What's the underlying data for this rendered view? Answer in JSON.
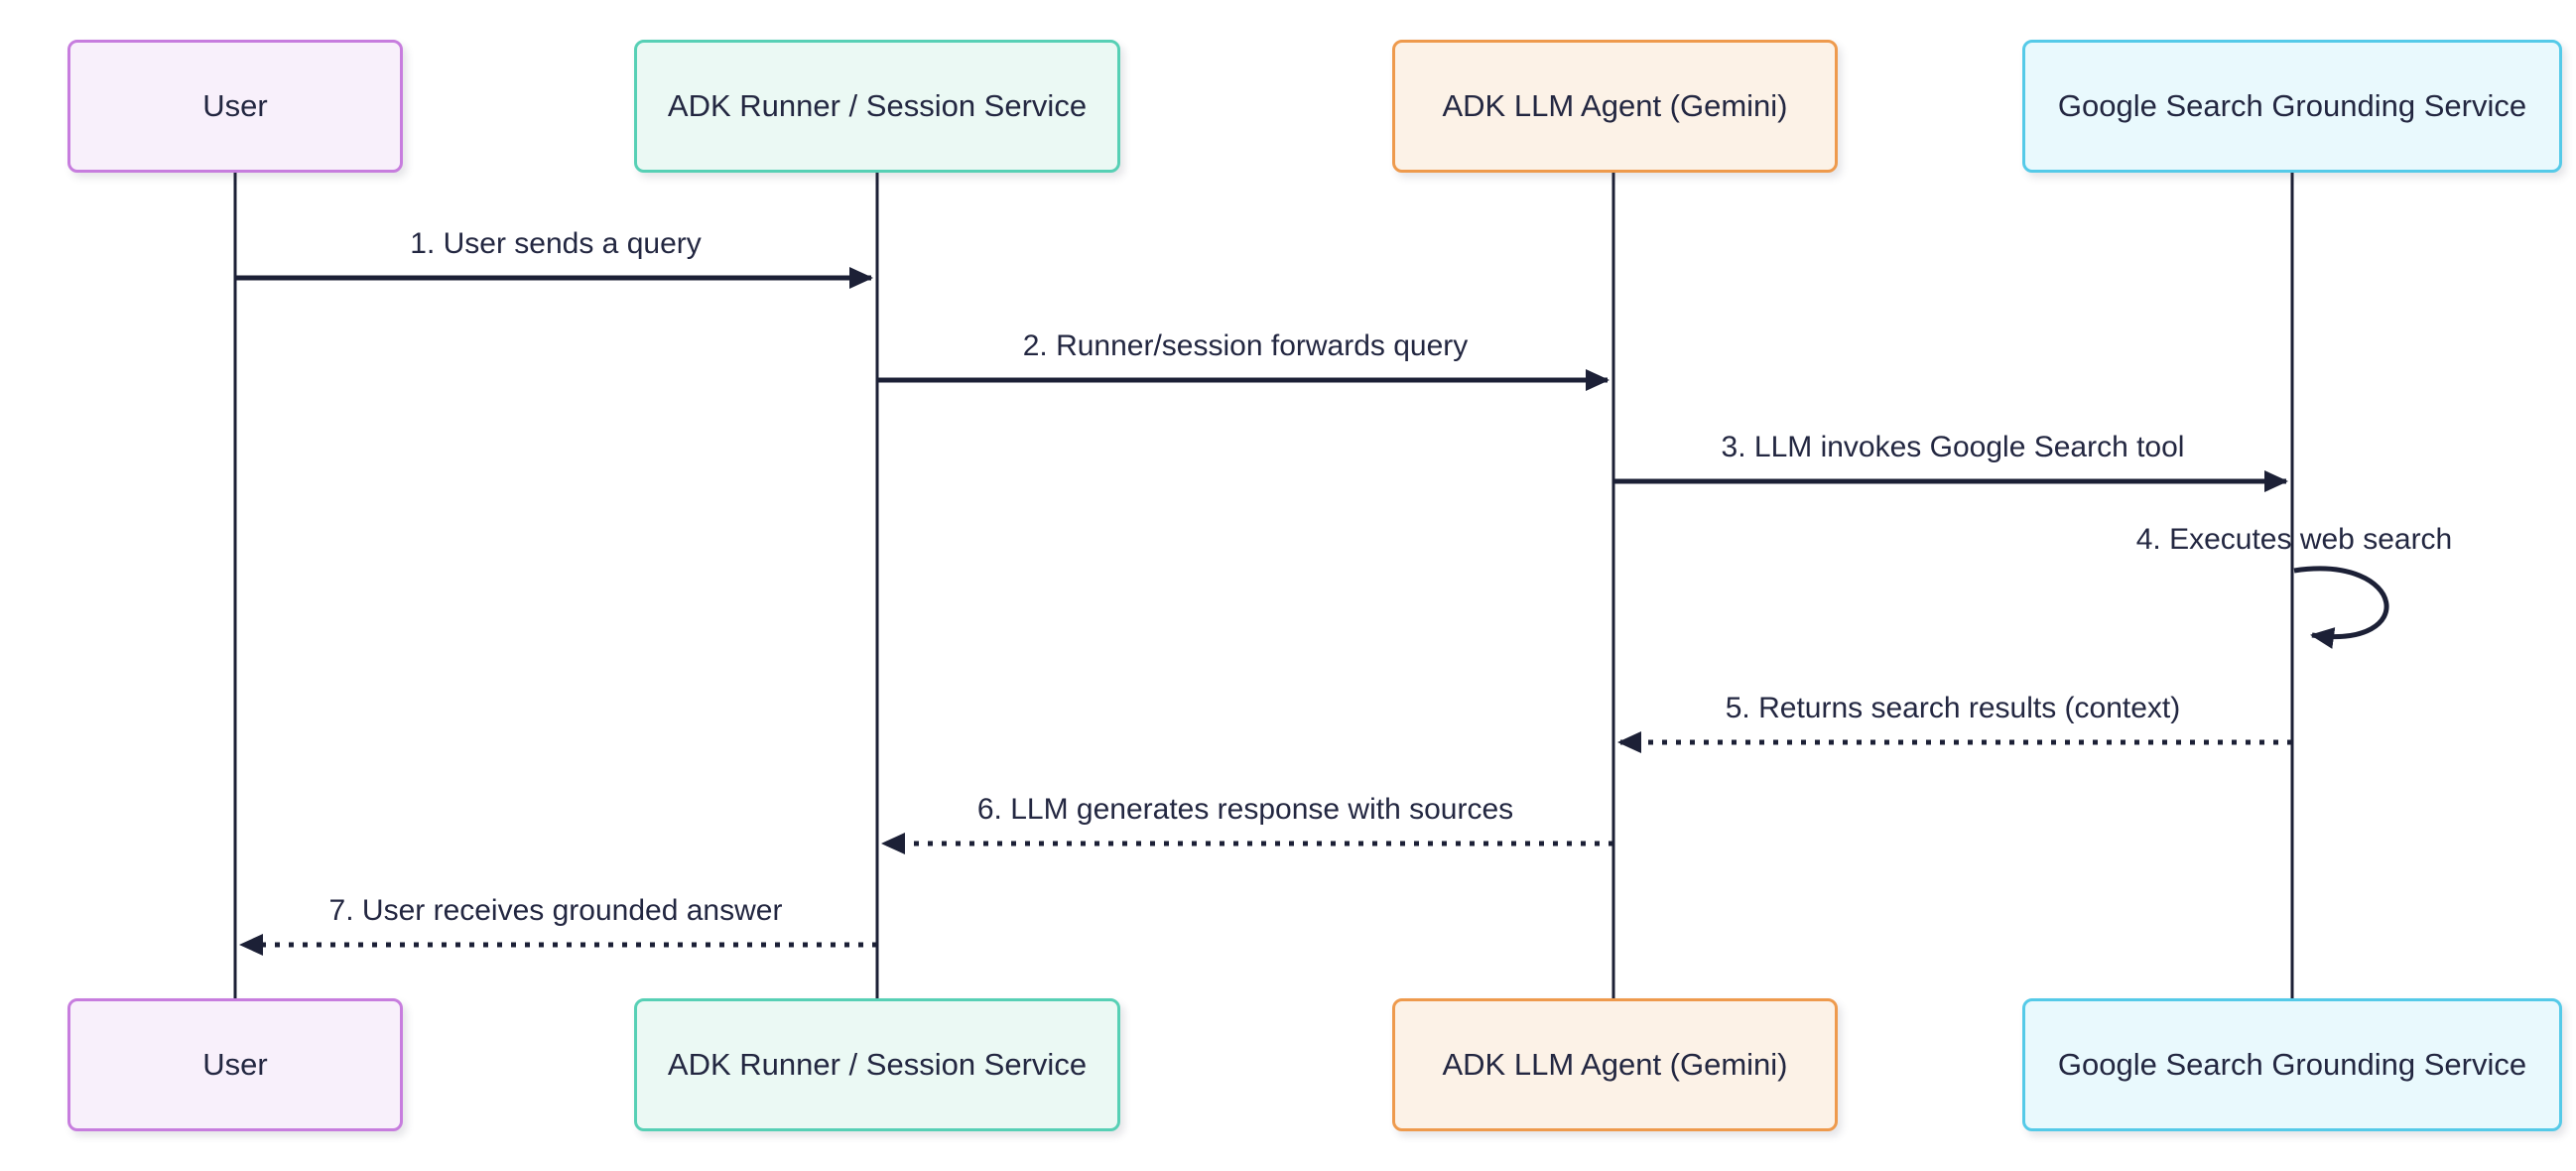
{
  "diagram": {
    "type": "sequence-diagram",
    "background_color": "#ffffff",
    "text_color": "#232741",
    "line_color": "#1c2036"
  },
  "actors": [
    {
      "id": "user",
      "name": "User",
      "border_color": "#C77DDE",
      "fill_color": "#F8F0FB"
    },
    {
      "id": "runner",
      "name": "ADK Runner / Session Service",
      "border_color": "#57D0B5",
      "fill_color": "#EBF9F4"
    },
    {
      "id": "agent",
      "name": "ADK LLM Agent (Gemini)",
      "border_color": "#EE9A4D",
      "fill_color": "#FCF2E7"
    },
    {
      "id": "google",
      "name": "Google Search Grounding Service",
      "border_color": "#55CAE8",
      "fill_color": "#E9F9FD"
    }
  ],
  "messages": [
    {
      "num": 1,
      "label": "1. User sends a query",
      "from": "user",
      "to": "runner",
      "style": "solid"
    },
    {
      "num": 2,
      "label": "2. Runner/session forwards query",
      "from": "runner",
      "to": "agent",
      "style": "solid"
    },
    {
      "num": 3,
      "label": "3. LLM invokes Google Search tool",
      "from": "agent",
      "to": "google",
      "style": "solid"
    },
    {
      "num": 4,
      "label": "4. Executes web search",
      "from": "google",
      "to": "google",
      "style": "self"
    },
    {
      "num": 5,
      "label": "5. Returns search results (context)",
      "from": "google",
      "to": "agent",
      "style": "dotted"
    },
    {
      "num": 6,
      "label": "6. LLM generates response with sources",
      "from": "agent",
      "to": "runner",
      "style": "dotted"
    },
    {
      "num": 7,
      "label": "7. User receives grounded answer",
      "from": "runner",
      "to": "user",
      "style": "dotted"
    }
  ]
}
